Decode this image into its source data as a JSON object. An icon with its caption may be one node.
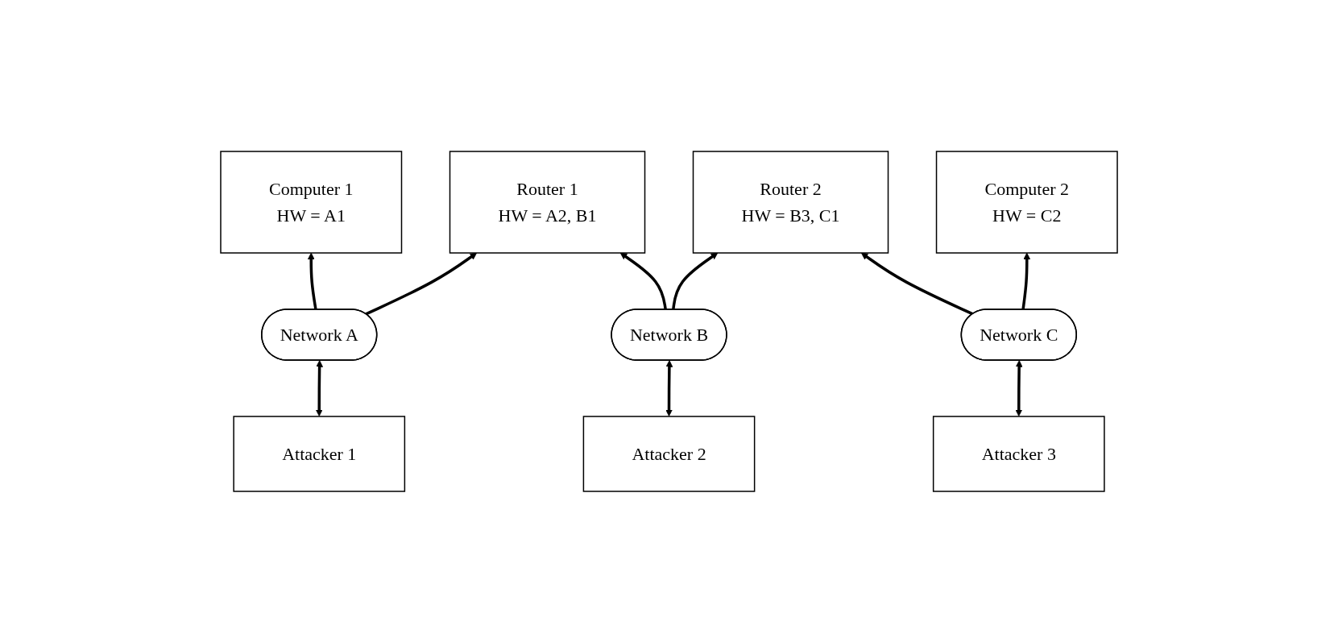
{
  "diagram": {
    "nodes": [
      {
        "text": [
          "Computer 1",
          "HW = A1"
        ]
      },
      {
        "text": [
          "Router 1",
          "HW = A2, B1"
        ]
      },
      {
        "text": [
          "Router 2",
          "HW = B3, C1"
        ]
      },
      {
        "text": [
          "Computer 2",
          "HW = C2"
        ]
      },
      {
        "text": [
          "Network A"
        ]
      },
      {
        "text": [
          "Network B"
        ]
      },
      {
        "text": [
          "Network C"
        ]
      },
      {
        "text": [
          "Attacker 1"
        ]
      },
      {
        "text": [
          "Attacker 2"
        ]
      },
      {
        "text": [
          "Attacker 3"
        ]
      }
    ],
    "edges": [
      {
        "from": 4,
        "to": 0,
        "arrow": "to"
      },
      {
        "from": 4,
        "to": 1,
        "arrow": "to"
      },
      {
        "from": 7,
        "to": 4,
        "arrow": "both"
      },
      {
        "from": 5,
        "to": 1,
        "arrow": "to"
      },
      {
        "from": 5,
        "to": 2,
        "arrow": "to"
      },
      {
        "from": 8,
        "to": 5,
        "arrow": "both"
      },
      {
        "from": 6,
        "to": 2,
        "arrow": "to"
      },
      {
        "from": 6,
        "to": 3,
        "arrow": "to"
      },
      {
        "from": 9,
        "to": 6,
        "arrow": "both"
      }
    ]
  }
}
